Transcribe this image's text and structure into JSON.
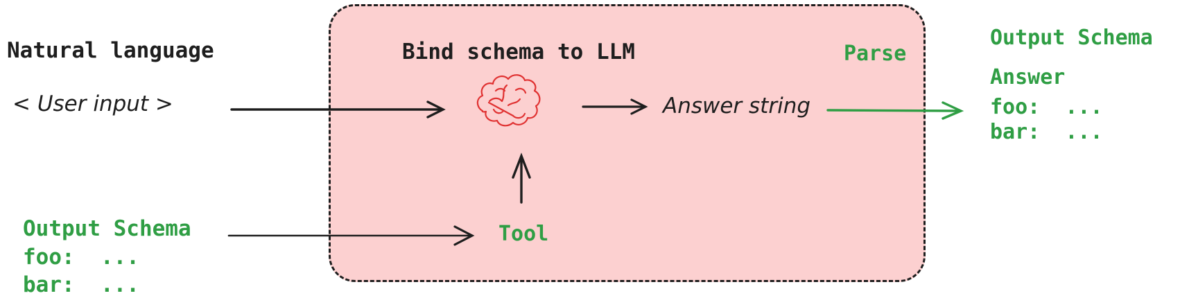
{
  "diagram": {
    "left": {
      "title": "Natural language",
      "user_input": "< User input >",
      "schema": {
        "title": "Output Schema",
        "lines": [
          "foo:  ...",
          "bar:  ..."
        ]
      }
    },
    "box": {
      "title": "Bind schema to LLM",
      "parse_label": "Parse",
      "answer_string": "Answer string",
      "tool_label": "Tool",
      "icon": "brain-icon"
    },
    "right": {
      "title": "Output Schema",
      "answer_label": "Answer",
      "lines": [
        "foo:  ...",
        "bar:  ..."
      ]
    },
    "colors": {
      "box_fill": "#fcd0d0",
      "ink": "#1e1e1e",
      "green": "#2f9e44",
      "red": "#e03131"
    }
  }
}
